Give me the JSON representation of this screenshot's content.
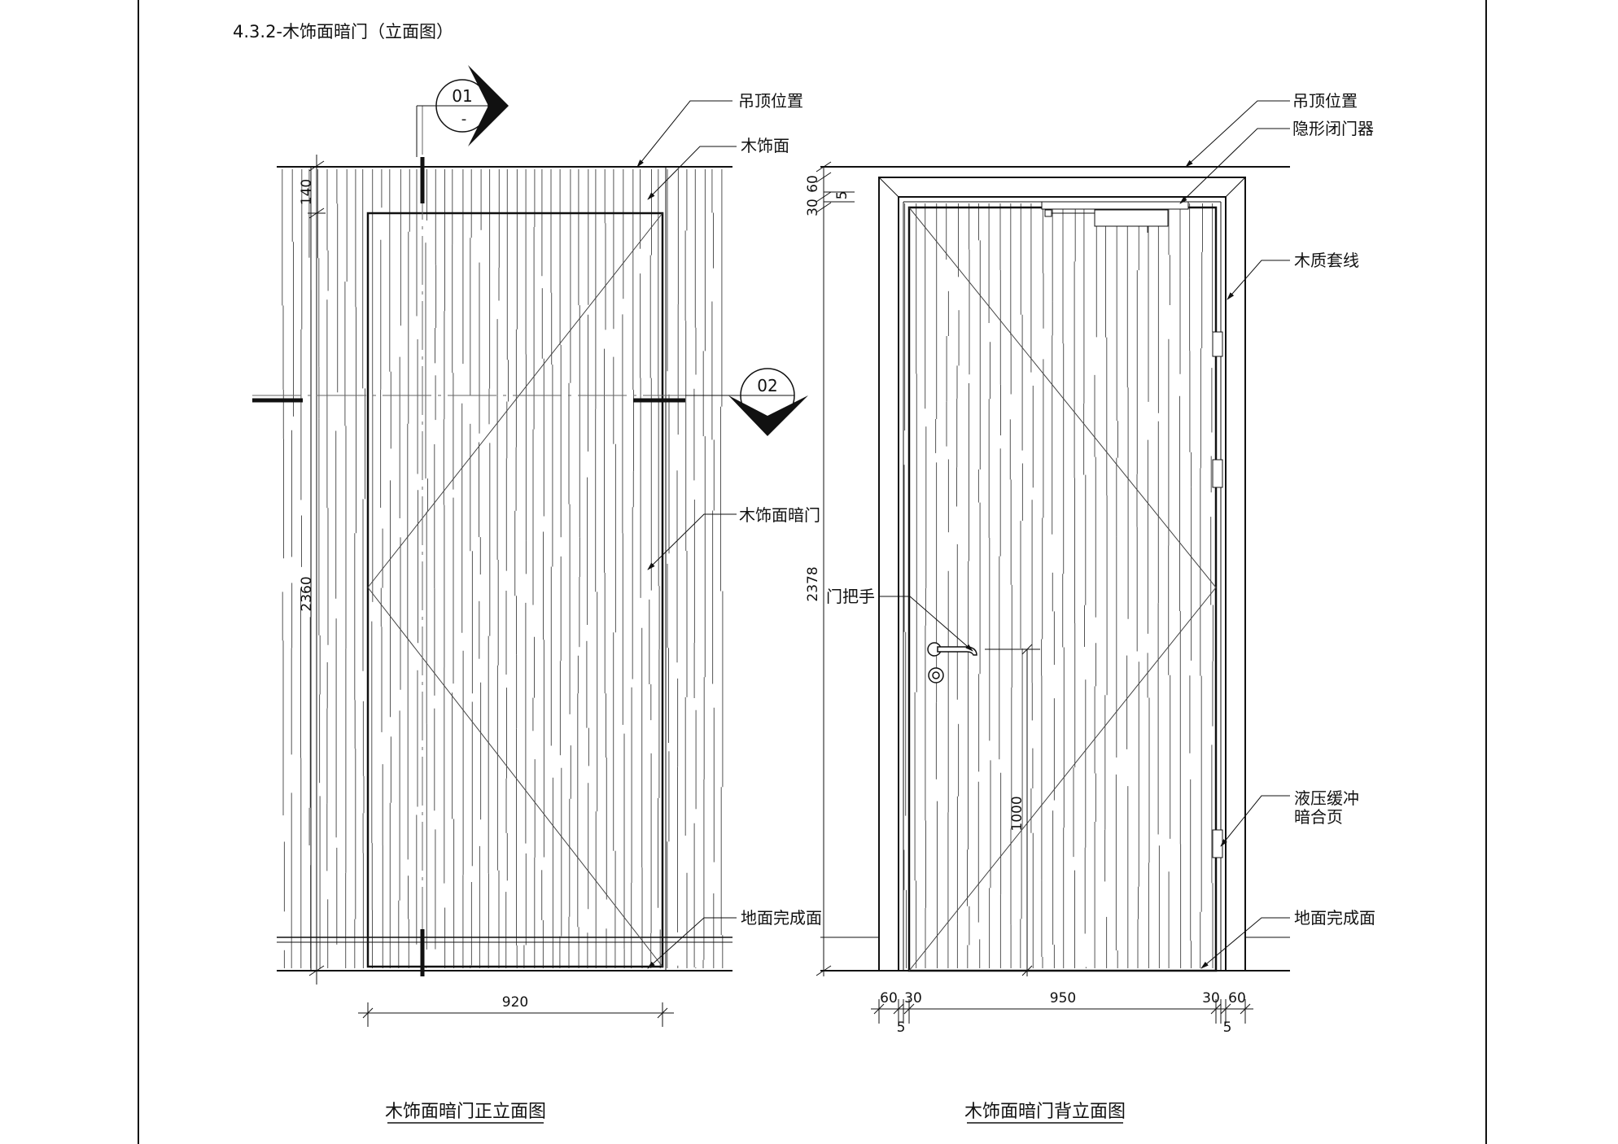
{
  "sheet": {
    "heading": "4.3.2-木饰面暗门（立面图）"
  },
  "front_view": {
    "title": "木饰面暗门正立面图",
    "section_marker_top": {
      "number": "01",
      "sub": "-"
    },
    "section_marker_right": {
      "number": "02"
    },
    "labels": {
      "ceiling": "吊顶位置",
      "wood_veneer": "木饰面",
      "hidden_door": "木饰面暗门",
      "finished_floor": "地面完成面"
    },
    "dims": {
      "top": "140",
      "height": "2360",
      "width": "920"
    }
  },
  "back_view": {
    "title": "木饰面暗门背立面图",
    "labels": {
      "ceiling": "吊顶位置",
      "door_closer": "隐形闭门器",
      "casing": "木质套线",
      "handle": "门把手",
      "hinge_line1": "液压缓冲",
      "hinge_line2": "暗合页",
      "finished_floor": "地面完成面"
    },
    "dims": {
      "top_30": "30",
      "top_60": "60",
      "top_5": "5",
      "height": "2378",
      "handle_height": "1000",
      "b_60_left": "60",
      "b_30_left": "30",
      "b_5_left": "5",
      "width": "950",
      "b_30_right": "30",
      "b_5_right": "5",
      "b_60_right": "60"
    }
  }
}
